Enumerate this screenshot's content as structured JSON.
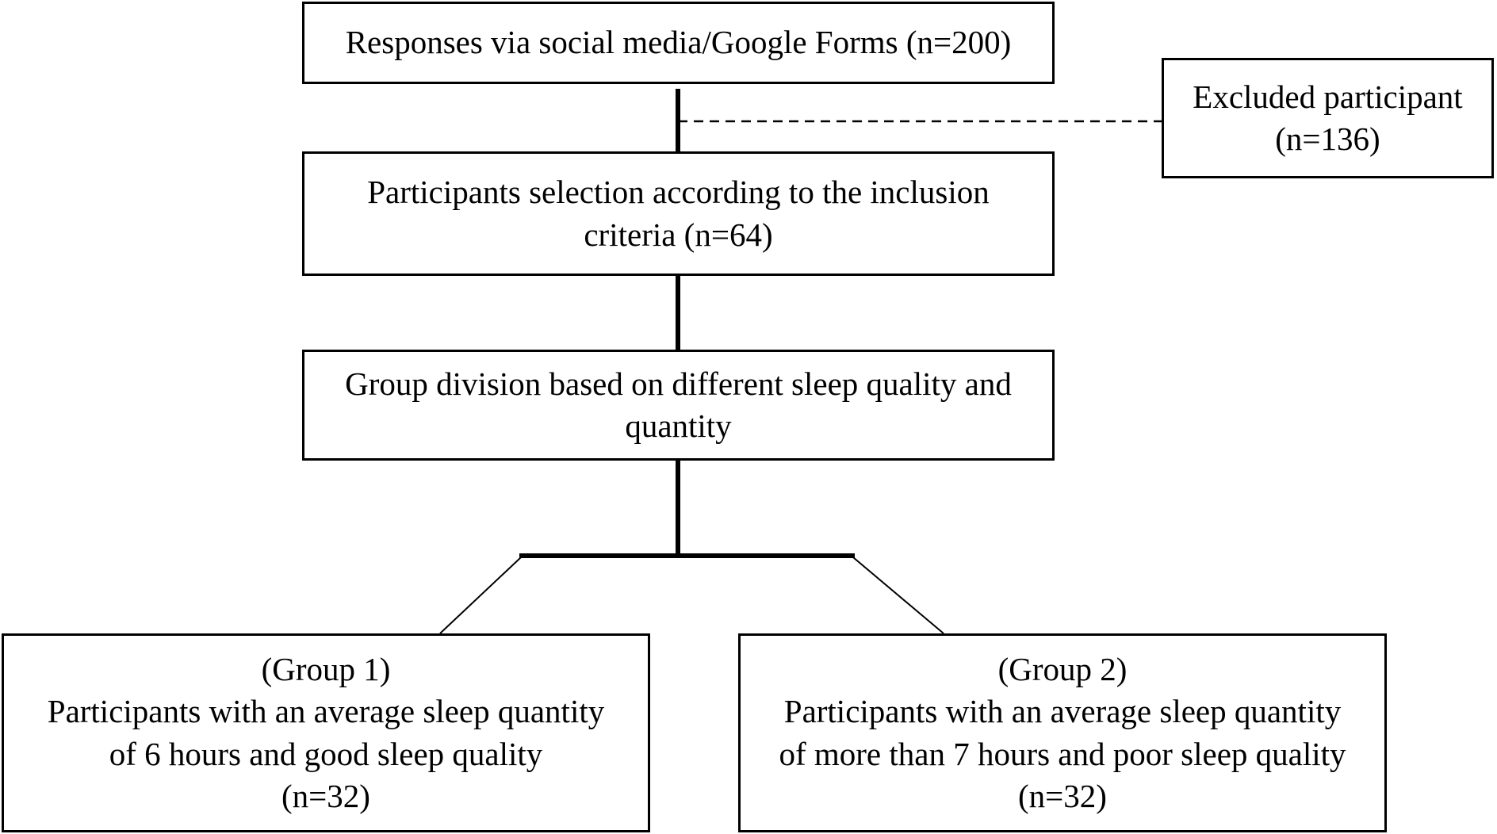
{
  "flowchart": {
    "responses": {
      "text": "Responses via social media/Google Forms (n=200)"
    },
    "excluded": {
      "line1": "Excluded participant",
      "line2": "(n=136)"
    },
    "selection": {
      "line1": "Participants selection according to the inclusion",
      "line2": "criteria (n=64)"
    },
    "division": {
      "line1": "Group division based on different sleep quality and",
      "line2": "quantity"
    },
    "group1": {
      "line1": "(Group 1)",
      "line2": "Participants with an average sleep quantity",
      "line3": "of 6 hours and good sleep quality",
      "line4": "(n=32)"
    },
    "group2": {
      "line1": "(Group 2)",
      "line2": "Participants with an average sleep quantity",
      "line3": "of more than 7 hours and poor sleep quality",
      "line4": "(n=32)"
    }
  },
  "colors": {
    "stroke": "#000000",
    "background": "#ffffff"
  }
}
